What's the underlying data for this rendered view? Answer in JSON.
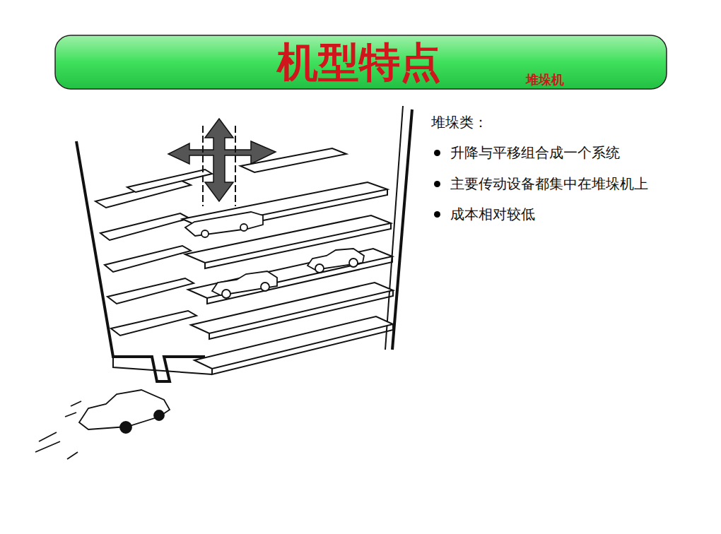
{
  "diagram": {
    "title": "机型特点",
    "labels": [
      "堆垛机",
      "堆垛类：",
      "升降与平移组合成一个系统",
      "主要传动设备都集中在堆垛机上",
      "成本相对较低"
    ]
  }
}
